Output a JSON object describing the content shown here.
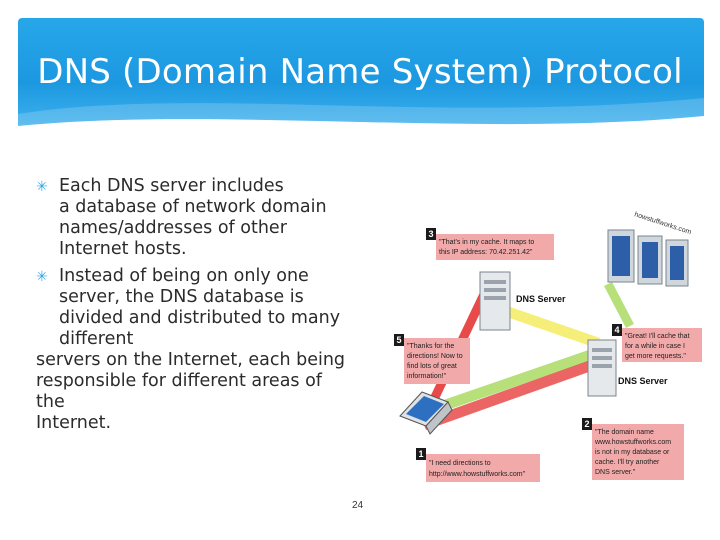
{
  "slide": {
    "title": "DNS (Domain Name System) Protocol",
    "page_number": "24",
    "bullets": [
      {
        "lines": [
          "Each DNS server includes",
          "a database of network domain",
          "names/addresses of other",
          "Internet hosts."
        ]
      },
      {
        "lines": [
          "Instead of being on only one",
          "server, the DNS database is",
          "divided and distributed to many",
          "different"
        ],
        "continuation": [
          "servers on the Internet, each being",
          "responsible for different areas of",
          "the",
          "Internet."
        ]
      }
    ],
    "bullet_icon": "asterisk-icon"
  },
  "diagram": {
    "watermark": "howstuffworks.com",
    "server_label_top": "DNS Server",
    "server_label_mid": "DNS Server",
    "steps": [
      {
        "num": "1",
        "text": [
          "\"I need directions to",
          "http://www.howstuffworks.com\""
        ]
      },
      {
        "num": "2",
        "text": [
          "\"The domain name",
          "www.howstuffworks.com",
          "is not in my database or",
          "cache. I'll try another",
          "DNS server.\""
        ]
      },
      {
        "num": "3",
        "text": [
          "\"That's in my cache. It maps to",
          "this IP address: 70.42.251.42\""
        ]
      },
      {
        "num": "4",
        "text": [
          "\"Great! I'll cache that",
          "for a while in case I",
          "get more requests.\""
        ]
      },
      {
        "num": "5",
        "text": [
          "\"Thanks for the",
          "directions! Now to",
          "find lots of great",
          "information!\""
        ]
      }
    ],
    "colors": {
      "callout": "#f2a9a9",
      "step_box": "#1a1a1a",
      "arrow_red": "#e84a4a",
      "arrow_green": "#b8e07a",
      "arrow_yellow": "#f5ef7a",
      "banner": "#1c98e0"
    }
  }
}
